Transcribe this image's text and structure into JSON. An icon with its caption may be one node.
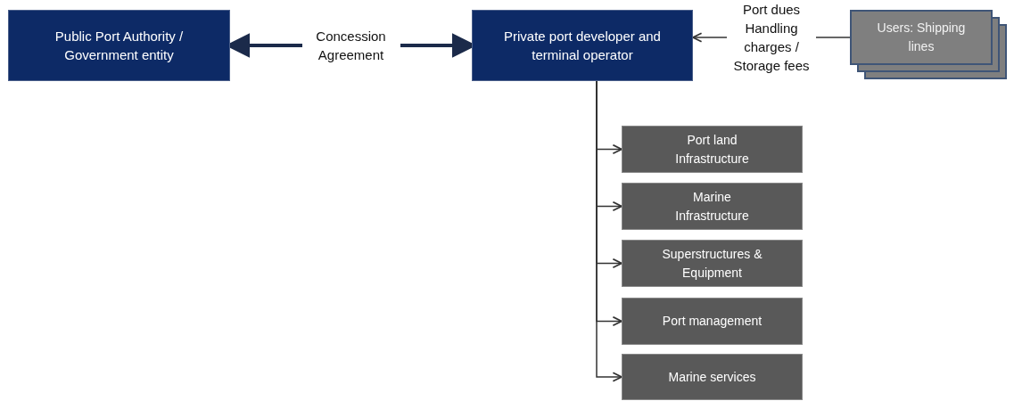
{
  "diagram": {
    "nodes": [
      {
        "text": [
          "Public Port Authority / Government entity"
        ]
      },
      {
        "text": [
          "Private port developer and terminal operator"
        ]
      },
      {
        "text": [
          "Users: Shipping lines"
        ]
      },
      {
        "text": [
          "Port land Infrastructure"
        ]
      },
      {
        "text": [
          "Marine Infrastructure"
        ]
      },
      {
        "text": [
          "Superstructures & Equipment"
        ]
      },
      {
        "text": [
          "Port management"
        ]
      },
      {
        "text": [
          "Marine services"
        ]
      }
    ],
    "edges": [
      {
        "from": 0,
        "to": 1,
        "arrow": "both",
        "label": "Concession Agreement",
        "style": "thick",
        "color": "#1b2a4a"
      },
      {
        "from": 2,
        "to": 1,
        "arrow": "to",
        "label": "Port dues Handling charges / Storage fees"
      },
      {
        "from": 1,
        "to": 3,
        "arrow": "to"
      },
      {
        "from": 1,
        "to": 4,
        "arrow": "to"
      },
      {
        "from": 1,
        "to": 5,
        "arrow": "to"
      },
      {
        "from": 1,
        "to": 6,
        "arrow": "to"
      },
      {
        "from": 1,
        "to": 7,
        "arrow": "to"
      }
    ]
  }
}
